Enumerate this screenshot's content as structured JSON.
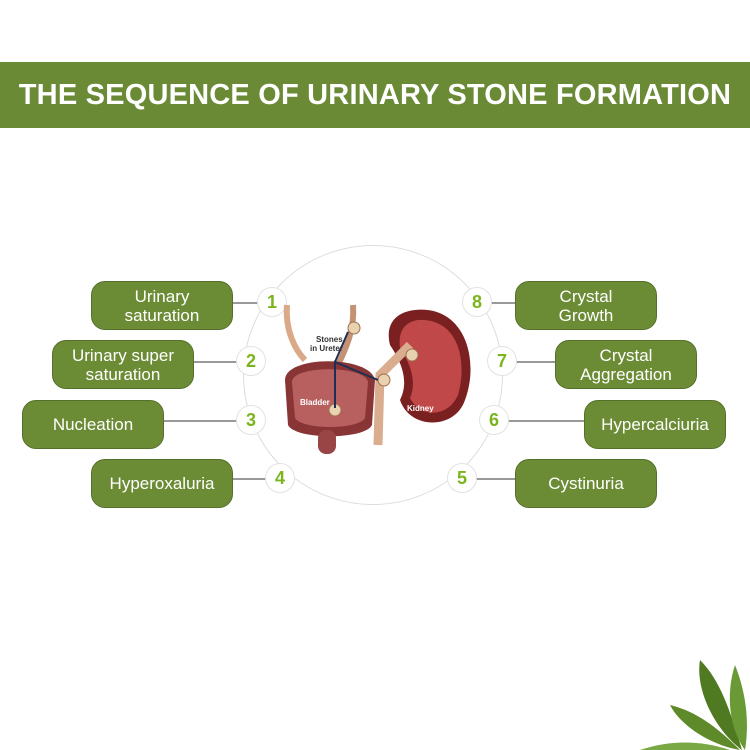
{
  "title": "THE SEQUENCE OF URINARY STONE FORMATION",
  "illustration": {
    "stones_label_1": "Stones",
    "stones_label_2": "in Ureter",
    "bladder_label": "Bladder",
    "kidney_label": "Kidney"
  },
  "steps": [
    {
      "number": "1",
      "label": "Urinary saturation"
    },
    {
      "number": "2",
      "label": "Urinary super saturation"
    },
    {
      "number": "3",
      "label": "Nucleation"
    },
    {
      "number": "4",
      "label": "Hyperoxaluria"
    },
    {
      "number": "5",
      "label": "Cystinuria"
    },
    {
      "number": "6",
      "label": "Hypercalciuria"
    },
    {
      "number": "7",
      "label": "Crystal Aggregation"
    },
    {
      "number": "8",
      "label": "Crystal Growth"
    }
  ],
  "colors": {
    "header": "#6b8a35",
    "box": "#6b8c35",
    "number": "#7ab51d"
  }
}
